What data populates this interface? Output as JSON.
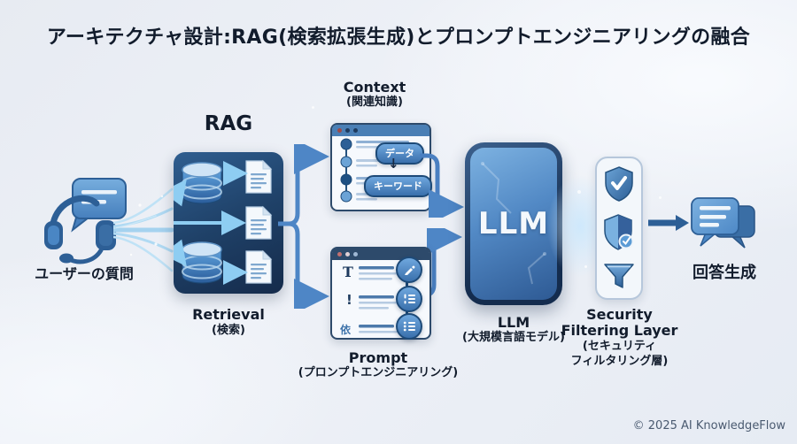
{
  "title": "アーキテクチャ設計:RAG(検索拡張生成)とプロンプトエンジニアリングの融合",
  "colors": {
    "accent_blue": "#4a86c6",
    "dark_navy": "#1d3a5e",
    "stream_blue": "#a5d2ef",
    "background": "#ebeff5",
    "text": "#121c2c"
  },
  "nodes": {
    "user": {
      "label": "ユーザーの質問",
      "icon": "headset-chat-icon"
    },
    "rag": {
      "title": "RAG",
      "label": "Retrieval",
      "sublabel": "(検索)",
      "icons": [
        "database-icon",
        "document-icon"
      ]
    },
    "context": {
      "title": "Context",
      "subtitle": "(関連知識)",
      "tags": [
        "データ",
        "キーワード"
      ],
      "tag_arrow": "down-arrow-icon",
      "icon": "browser-window-icon"
    },
    "prompt": {
      "title": "Prompt",
      "subtitle": "(プロンプトエンジニアリング)",
      "row_glyphs": [
        "T",
        "!",
        "依"
      ],
      "tool_icons": [
        "pencil-icon",
        "numbered-list-icon",
        "bullet-list-icon"
      ],
      "icon": "browser-window-icon"
    },
    "llm": {
      "screen_text": "LLM",
      "label": "LLM",
      "sublabel": "(大規模言語モデル)"
    },
    "security": {
      "label_line1": "Security",
      "label_line2": "Filtering Layer",
      "sublabel_line1": "(セキュリティ",
      "sublabel_line2": "フィルタリング層)",
      "icons": [
        "shield-check-icon",
        "shield-badge-icon",
        "funnel-icon"
      ]
    },
    "answer": {
      "label": "回答生成",
      "icon": "chat-bubbles-icon"
    }
  },
  "footer": {
    "copyright": "© 2025 AI KnowledgeFlow"
  }
}
